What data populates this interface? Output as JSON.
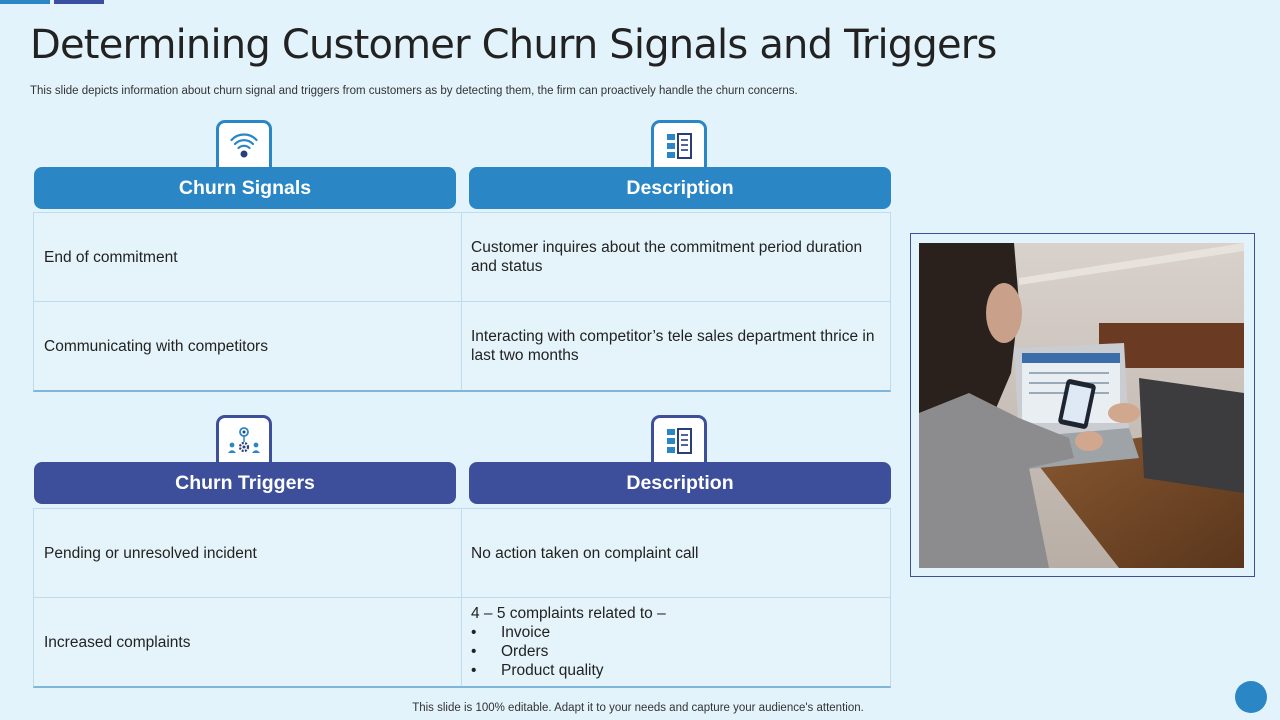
{
  "title": "Determining Customer Churn Signals and Triggers",
  "subtitle": "This slide depicts information about churn signal and triggers from customers as by detecting them, the firm can proactively handle the churn concerns.",
  "colors": {
    "background": "#e3f3fb",
    "signals_header": "#2a86c5",
    "triggers_header": "#3d4f9a",
    "table_border": "#bfdcee"
  },
  "signals": {
    "icon": "wifi-signal-icon",
    "header": "Churn Signals",
    "desc_icon": "checklist-icon",
    "desc_header": "Description",
    "rows": [
      {
        "signal": "End of commitment",
        "description": "Customer inquires about the commitment period duration and status"
      },
      {
        "signal": "Communicating with competitors",
        "description": "Interacting  with competitor’s tele sales department thrice in last two months"
      }
    ]
  },
  "triggers": {
    "icon": "team-network-icon",
    "header": "Churn Triggers",
    "desc_icon": "checklist-icon",
    "desc_header": "Description",
    "rows": [
      {
        "trigger": "Pending or unresolved  incident",
        "description": "No action taken on complaint call"
      },
      {
        "trigger": "Increased complaints",
        "description_intro": "4 – 5 complaints related to –",
        "bullet_char": "•",
        "bullets": [
          "Invoice",
          "Orders",
          "Product quality"
        ]
      }
    ]
  },
  "photo": {
    "subject": "woman-using-phone-and-laptop-photo"
  },
  "footer": "This slide is 100% editable. Adapt it to your needs and capture your audience's attention."
}
